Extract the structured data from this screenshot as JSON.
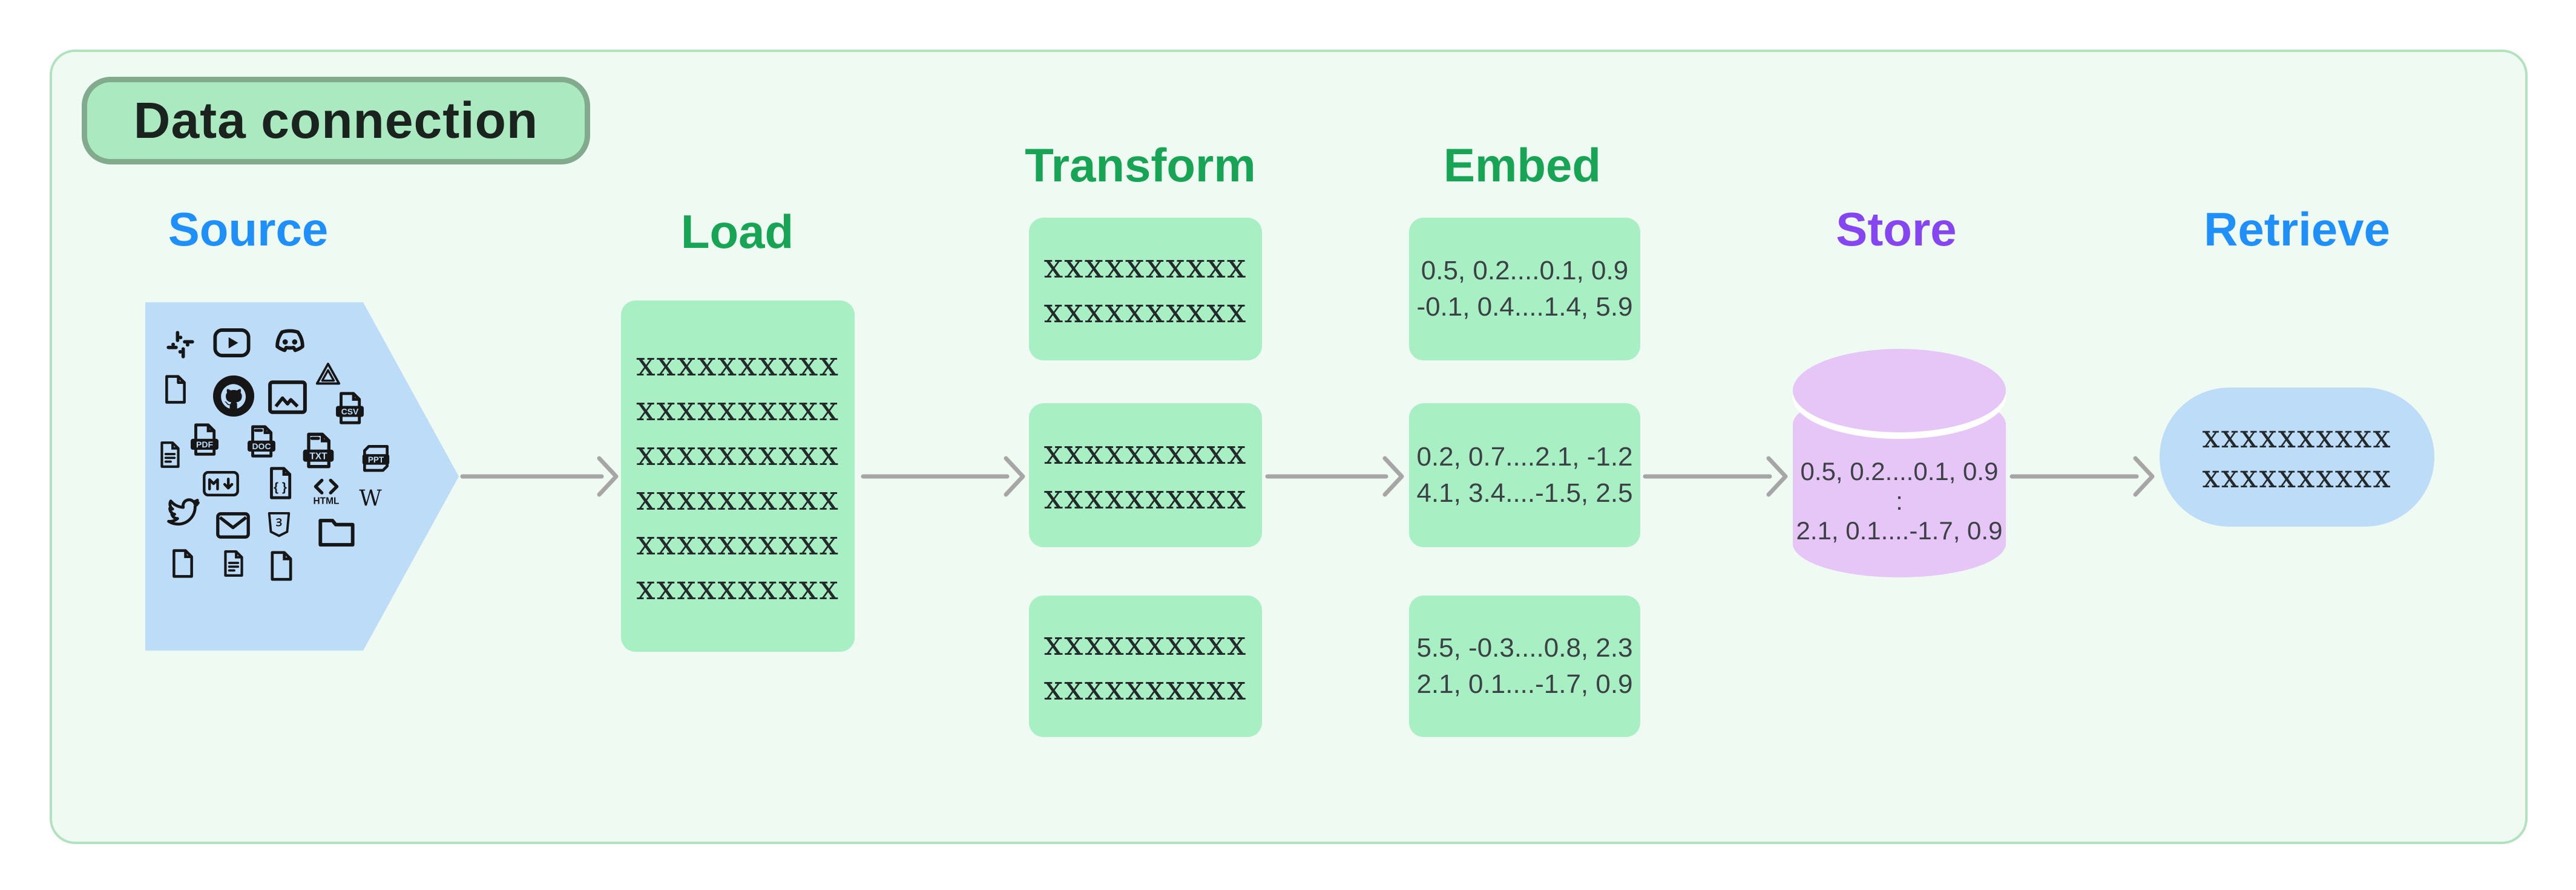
{
  "title": "Data connection",
  "stages": {
    "source": {
      "label": "Source",
      "color": "#1f90fa"
    },
    "load": {
      "label": "Load",
      "color": "#17a455",
      "rows": [
        "xxxxxxxxxx",
        "xxxxxxxxxx",
        "xxxxxxxxxx",
        "xxxxxxxxxx",
        "xxxxxxxxxx",
        "xxxxxxxxxx"
      ]
    },
    "transform": {
      "label": "Transform",
      "color": "#17a455",
      "boxes": [
        {
          "lines": [
            "xxxxxxxxxx",
            "xxxxxxxxxx"
          ]
        },
        {
          "lines": [
            "xxxxxxxxxx",
            "xxxxxxxxxx"
          ]
        },
        {
          "lines": [
            "xxxxxxxxxx",
            "xxxxxxxxxx"
          ]
        }
      ]
    },
    "embed": {
      "label": "Embed",
      "color": "#17a455",
      "boxes": [
        {
          "lines": [
            "0.5, 0.2....0.1, 0.9",
            "-0.1, 0.4....1.4, 5.9"
          ]
        },
        {
          "lines": [
            "0.2, 0.7....2.1, -1.2",
            "4.1, 3.4....-1.5, 2.5"
          ]
        },
        {
          "lines": [
            "5.5, -0.3....0.8, 2.3",
            "2.1, 0.1....-1.7, 0.9"
          ]
        }
      ]
    },
    "store": {
      "label": "Store",
      "color": "#8546f2",
      "lines": [
        "0.5, 0.2....0.1, 0.9",
        ":",
        "2.1, 0.1....-1.7, 0.9"
      ]
    },
    "retrieve": {
      "label": "Retrieve",
      "color": "#1f90fa",
      "lines": [
        "xxxxxxxxxx",
        "xxxxxxxxxx"
      ]
    }
  },
  "source_icons": [
    "slack-icon",
    "youtube-icon",
    "discord-icon",
    "file-icon",
    "github-icon",
    "image-icon",
    "google-drive-icon",
    "csv-file-icon",
    "document-icon",
    "pdf-file-icon",
    "doc-file-icon",
    "txt-file-icon",
    "ppt-file-icon",
    "markdown-icon",
    "json-file-icon",
    "html-icon",
    "wikipedia-icon",
    "twitter-icon",
    "email-icon",
    "css3-icon",
    "folder-icon",
    "file-icon",
    "document-icon",
    "file-icon"
  ],
  "colors": {
    "accent_blue": "#1f90fa",
    "accent_green": "#17a455",
    "accent_purple": "#8546f2",
    "box_green": "#a8f0c3",
    "box_blue": "#bddcf8",
    "box_purple": "#e5c6f6",
    "arrow_gray": "#a6a6a6",
    "panel_fill": "#eefaf2",
    "panel_border": "#b0e3bd",
    "badge_fill": "#abe9c0",
    "badge_border": "#82aa8c"
  }
}
